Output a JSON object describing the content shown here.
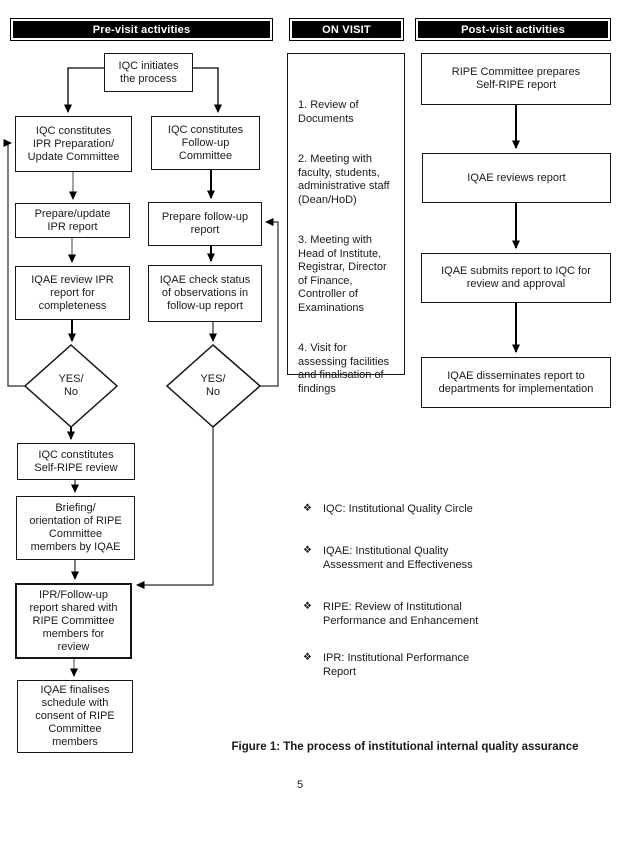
{
  "headers": {
    "pre_visit": "Pre-visit activities",
    "on_visit": "ON VISIT",
    "post_visit": "Post-visit activities"
  },
  "pre_visit": {
    "initiates": "IQC initiates\nthe process",
    "ipr_committee": "IQC constitutes\nIPR Preparation/\nUpdate Committee",
    "follow_committee": "IQC constitutes\nFollow-up\nCommittee",
    "prepare_update": "Prepare/update\nIPR report",
    "prepare_follow": "Prepare follow-up\nreport",
    "iqae_review": "IQAE review IPR\nreport for\ncompleteness",
    "iqae_check": "IQAE check status\nof observations in\nfollow-up report",
    "decision_left": "YES/\nNo",
    "decision_right": "YES/\nNo",
    "self_ripe": "IQC constitutes\nSelf-RIPE review",
    "briefing": "Briefing/\norientation of RIPE\nCommittee\nmembers by IQAE",
    "ipr_shared": "IPR/Follow-up\nreport shared with\nRIPE Committee\nmembers for\nreview",
    "iqae_finalises": "IQAE finalises\nschedule with\nconsent of RIPE\nCommittee\nmembers"
  },
  "on_visit": {
    "items": [
      "1. Review of\nDocuments",
      "2. Meeting with\nfaculty, students,\nadministrative staff\n(Dean/HoD)",
      "3. Meeting with\nHead of Institute,\nRegistrar, Director\nof Finance,\nController of\nExaminations",
      "4. Visit for\nassessing facilities\nand finalisation of\nfindings"
    ]
  },
  "post_visit": {
    "ripe_prepares": "RIPE Committee prepares\nSelf-RIPE report",
    "iqae_reviews": "IQAE reviews report",
    "iqae_submits": "IQAE submits report to IQC for\nreview and approval",
    "iqae_disseminates": "IQAE disseminates report to\ndepartments for implementation"
  },
  "legend": {
    "bullet": "❖",
    "items": [
      "IQC: Institutional Quality Circle",
      "IQAE: Institutional Quality\nAssessment and Effectiveness",
      "RIPE: Review of Institutional\nPerformance and Enhancement",
      "IPR: Institutional Performance\nReport"
    ]
  },
  "footer": {
    "caption": "Figure 1: The process of institutional internal quality assurance",
    "page_number": "5"
  },
  "colors": {
    "header_bg": "#000000",
    "header_text": "#ffffff",
    "box_border": "#161616",
    "line": "#000000",
    "background": "#ffffff"
  }
}
